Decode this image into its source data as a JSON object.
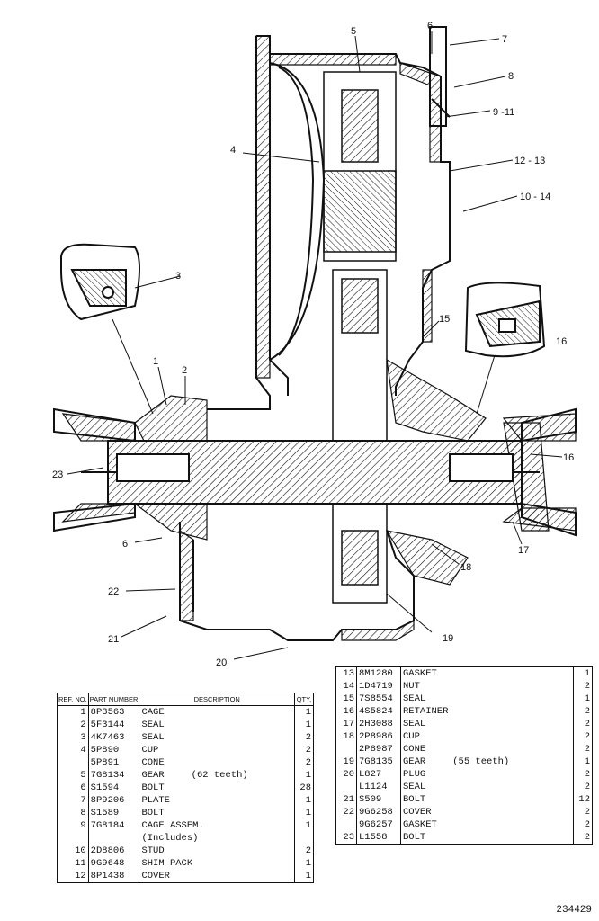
{
  "callouts": {
    "c1": "1",
    "c2": "2",
    "c3": "3",
    "c4": "4",
    "c5": "5",
    "c6a": "6",
    "c6b": "6",
    "c7": "7",
    "c8": "8",
    "c9": "9 -11",
    "c10": "10 - 14",
    "c12": "12 - 13",
    "c15": "15",
    "c16a": "16",
    "c16b": "16",
    "c17": "17",
    "c18": "18",
    "c19": "19",
    "c20": "20",
    "c21": "21",
    "c22": "22",
    "c23": "23"
  },
  "table_left": {
    "headers": {
      "ref": "REF. NO.",
      "part": "PART NUMBER",
      "desc": "DESCRIPTION",
      "qty": "QTY."
    },
    "rows": [
      {
        "ref": "1",
        "part": "8P3563",
        "desc": "CAGE",
        "qty": "1"
      },
      {
        "ref": "2",
        "part": "5F3144",
        "desc": "SEAL",
        "qty": "1"
      },
      {
        "ref": "3",
        "part": "4K7463",
        "desc": "SEAL",
        "qty": "2"
      },
      {
        "ref": "4",
        "part": "5P890",
        "desc": "CUP",
        "qty": "2"
      },
      {
        "ref": "",
        "part": "5P891",
        "desc": "CONE",
        "qty": "2"
      },
      {
        "ref": "5",
        "part": "7G8134",
        "desc": "GEAR",
        "note": "(62 teeth)",
        "qty": "1"
      },
      {
        "ref": "6",
        "part": "S1594",
        "desc": "BOLT",
        "qty": "28"
      },
      {
        "ref": "7",
        "part": "8P9206",
        "desc": "PLATE",
        "qty": "1"
      },
      {
        "ref": "8",
        "part": "S1589",
        "desc": "BOLT",
        "qty": "1"
      },
      {
        "ref": "9",
        "part": "7G8184",
        "desc": "CAGE ASSEM.",
        "qty": "1"
      },
      {
        "ref": "",
        "part": "",
        "desc": "(Includes)",
        "qty": ""
      },
      {
        "ref": "10",
        "part": "2D8806",
        "desc": "STUD",
        "qty": "2"
      },
      {
        "ref": "11",
        "part": "9G9648",
        "desc": "SHIM PACK",
        "qty": "1"
      },
      {
        "ref": "12",
        "part": "8P1438",
        "desc": "COVER",
        "qty": "1"
      }
    ]
  },
  "table_right": {
    "rows": [
      {
        "ref": "13",
        "part": "8M1280",
        "desc": "GASKET",
        "qty": "1"
      },
      {
        "ref": "14",
        "part": "1D4719",
        "desc": "NUT",
        "qty": "2"
      },
      {
        "ref": "15",
        "part": "7S8554",
        "desc": "SEAL",
        "qty": "1"
      },
      {
        "ref": "16",
        "part": "4S5824",
        "desc": "RETAINER",
        "qty": "2"
      },
      {
        "ref": "17",
        "part": "2H3088",
        "desc": "SEAL",
        "qty": "2"
      },
      {
        "ref": "18",
        "part": "2P8986",
        "desc": "CUP",
        "qty": "2"
      },
      {
        "ref": "",
        "part": "2P8987",
        "desc": "CONE",
        "qty": "2"
      },
      {
        "ref": "19",
        "part": "7G8135",
        "desc": "GEAR",
        "note": "(55 teeth)",
        "qty": "1"
      },
      {
        "ref": "20",
        "part": "L827",
        "desc": "PLUG",
        "qty": "2"
      },
      {
        "ref": "",
        "part": "L1124",
        "desc": "SEAL",
        "qty": "2"
      },
      {
        "ref": "21",
        "part": "S509",
        "desc": "BOLT",
        "qty": "12"
      },
      {
        "ref": "22",
        "part": "9G6258",
        "desc": "COVER",
        "qty": "2"
      },
      {
        "ref": "",
        "part": "9G6257",
        "desc": "GASKET",
        "qty": "2"
      },
      {
        "ref": "23",
        "part": "L1558",
        "desc": "BOLT",
        "qty": "2"
      }
    ]
  },
  "drawing_number": "234429"
}
